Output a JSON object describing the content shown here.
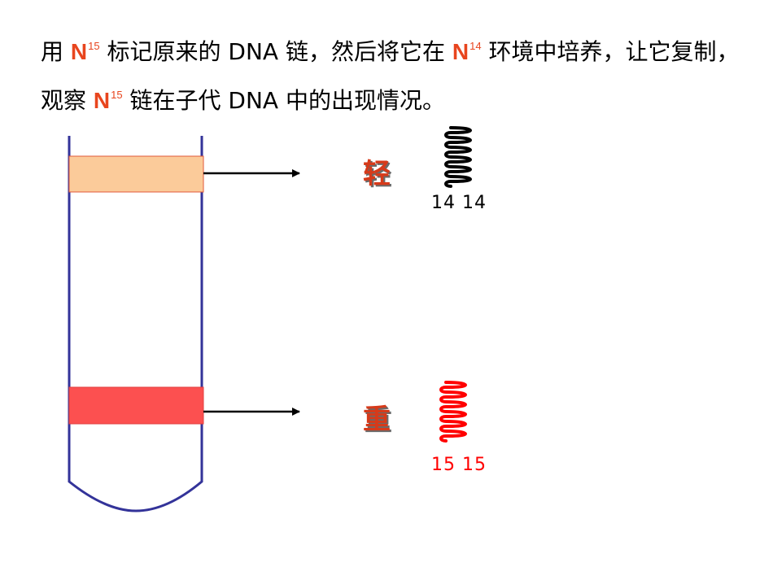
{
  "intro": {
    "part1": "用 ",
    "n15_a": {
      "symbol": "N",
      "mass": "15"
    },
    "part2": " 标记原来的 DNA 链，然后将它在 ",
    "n14": {
      "symbol": "N",
      "mass": "14"
    },
    "part3": " 环境中培养，让它复制，观察 ",
    "n15_b": {
      "symbol": "N",
      "mass": "15"
    },
    "part4": " 链在子代 DNA 中的出现情况。"
  },
  "bands": {
    "light": {
      "label": "轻",
      "strand_label": "14  14",
      "band_color": "#fbcb9a",
      "strand_color": "#000000"
    },
    "heavy": {
      "label": "重",
      "strand_label": "15  15",
      "band_color": "#fc5050",
      "strand_color": "#ff0000"
    }
  },
  "colors": {
    "accent": "#e8451e",
    "tube": "#333399",
    "arrow": "#000000"
  }
}
